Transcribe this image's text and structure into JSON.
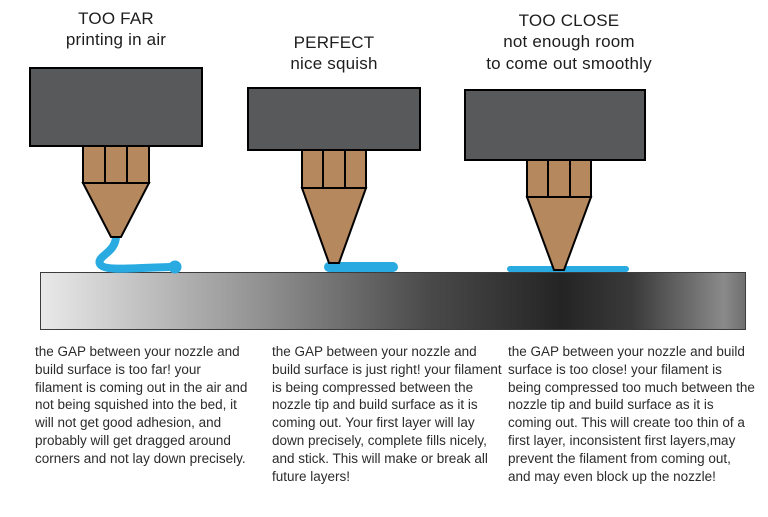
{
  "headers": {
    "left": {
      "line1": "TOO FAR",
      "line2": "printing in air"
    },
    "center": {
      "line1": "PERFECT",
      "line2": "nice squish"
    },
    "right": {
      "line1": "TOO CLOSE",
      "line2": "not enough room",
      "line3": "to come out smoothly"
    }
  },
  "descriptions": {
    "left": "the GAP between your nozzle and build surface is too far! your filament is coming out in the air and not being squished into the bed, it will not get good adhesion, and probably will get dragged around corners and not lay down precisely.",
    "center": "the GAP between your nozzle and build surface is just right! your filament is being compressed between the nozzle tip and build surface as it is coming out. Your first layer will lay down precisely, complete fills nicely, and stick.  This will make or break all future layers!",
    "right": "the GAP between your nozzle and build surface is too close! your filament is being compressed too much between the nozzle tip and build surface as it is coming out. This will create too thin of a first layer, inconsistent first layers,may prevent the filament from coming out, and may even block up the nozzle!"
  },
  "colors": {
    "heater_block": "#58595b",
    "nozzle": "#b5885e",
    "filament": "#29abe2",
    "text": "#2b2b2b"
  }
}
